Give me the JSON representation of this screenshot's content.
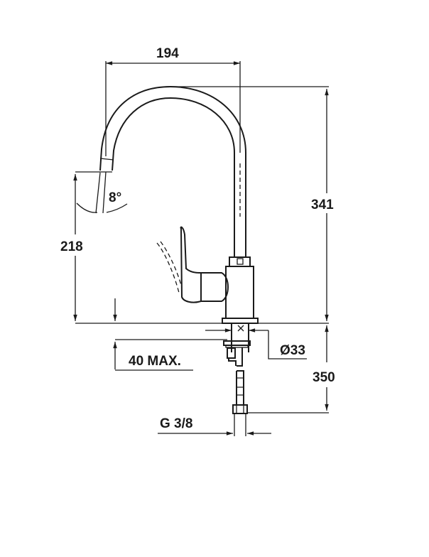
{
  "dimensions": {
    "spout_reach": "194",
    "total_height": "341",
    "spout_height": "218",
    "spout_angle": "8°",
    "hole_diameter": "Ø33",
    "max_thickness": "40 MAX.",
    "hose_length": "350",
    "connection": "G 3/8"
  },
  "colors": {
    "line": "#1a1a1a",
    "background": "#ffffff"
  }
}
